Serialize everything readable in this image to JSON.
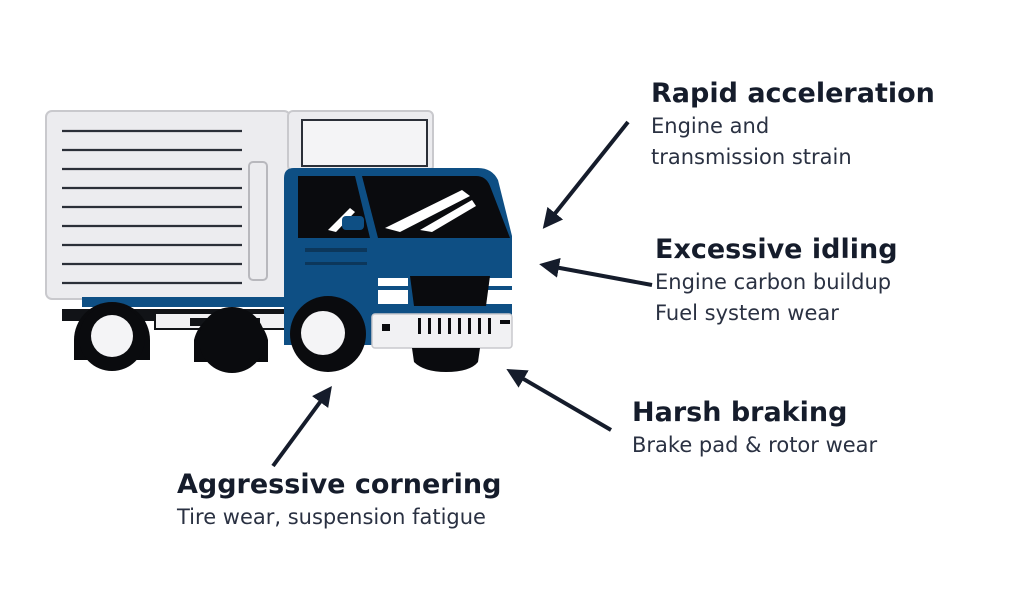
{
  "callouts": {
    "rapid_acceleration": {
      "title": "Rapid acceleration",
      "lines": [
        "Engine and",
        "transmission strain"
      ]
    },
    "excessive_idling": {
      "title": "Excessive idling",
      "lines": [
        "Engine carbon buildup",
        "Fuel system wear"
      ]
    },
    "harsh_braking": {
      "title": "Harsh braking",
      "lines": [
        "Brake pad & rotor wear"
      ]
    },
    "aggressive_cornering": {
      "title": "Aggressive cornering",
      "lines": [
        "Tire wear, suspension fatigue"
      ]
    }
  },
  "colors": {
    "cab_blue": "#0e4f84",
    "cargo_box": "#ececef",
    "text_dark": "#151c2b",
    "arrow": "#151c2b"
  },
  "icons": [
    "truck-illustration",
    "arrow-icon"
  ]
}
